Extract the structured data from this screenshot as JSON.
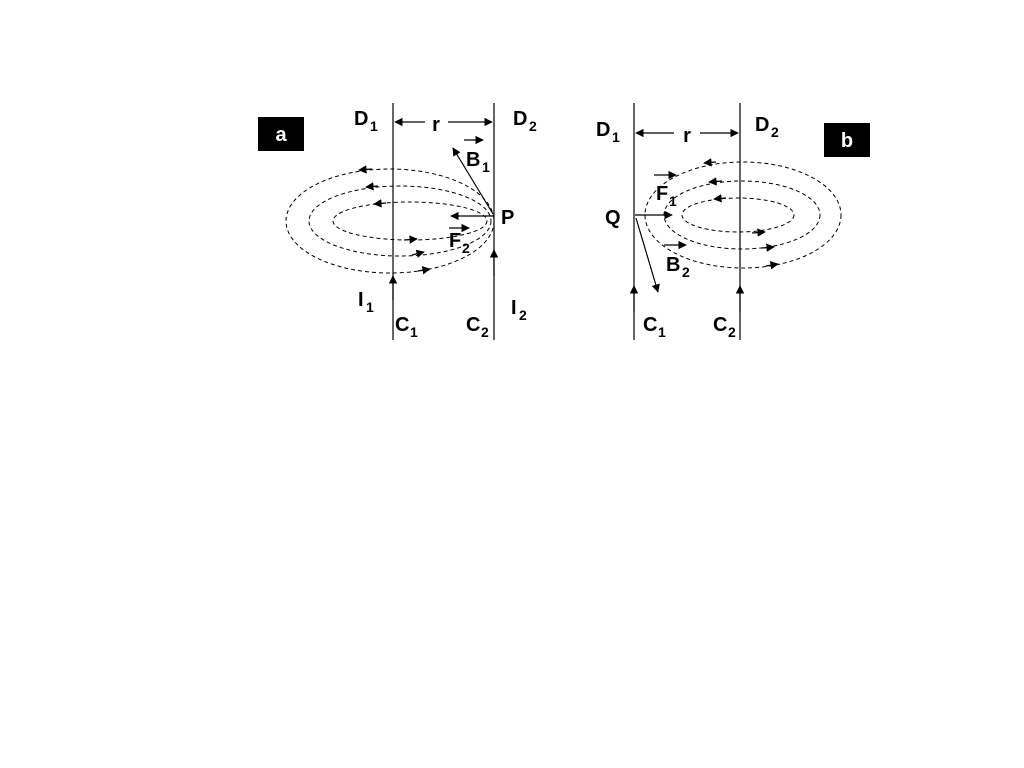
{
  "panel_a": {
    "badge": "a",
    "wire1_top": "D",
    "wire1_top_sub": "1",
    "wire2_top": "D",
    "wire2_top_sub": "2",
    "distance": "r",
    "field_label": "B",
    "field_label_sub": "1",
    "point": "P",
    "force_label": "F",
    "force_label_sub": "2",
    "current1": "I",
    "current1_sub": "1",
    "current2": "I",
    "current2_sub": "2",
    "wire1_bottom": "C",
    "wire1_bottom_sub": "1",
    "wire2_bottom": "C",
    "wire2_bottom_sub": "2"
  },
  "panel_b": {
    "badge": "b",
    "wire1_top": "D",
    "wire1_top_sub": "1",
    "wire2_top": "D",
    "wire2_top_sub": "2",
    "distance": "r",
    "force_label": "F",
    "force_label_sub": "1",
    "point": "Q",
    "field_label": "B",
    "field_label_sub": "2",
    "wire1_bottom": "C",
    "wire1_bottom_sub": "1",
    "wire2_bottom": "C",
    "wire2_bottom_sub": "2"
  },
  "colors": {
    "ink": "#000000",
    "badge_bg": "#000000",
    "badge_fg": "#ffffff"
  }
}
